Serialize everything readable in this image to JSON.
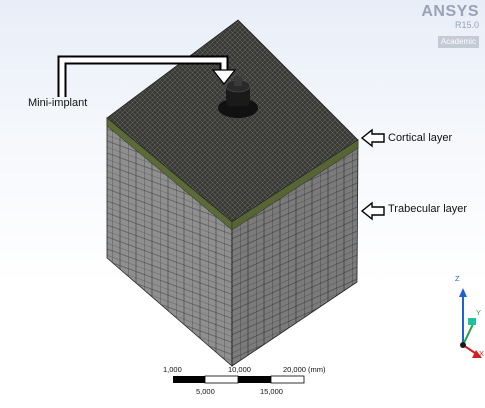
{
  "logo": {
    "brand": "ANSYS",
    "version": "R15.0",
    "edition": "Academic"
  },
  "labels": {
    "implant": "Mini-implant",
    "cortical": "Cortical layer",
    "trabecular": "Trabecular layer"
  },
  "scale_bar": {
    "top_ticks": [
      "1,000",
      "10,000",
      "20,000 (mm)"
    ],
    "bottom_ticks": [
      "5,000",
      "15,000"
    ]
  },
  "triad": {
    "z": "Z",
    "x": "X",
    "y": "Y"
  },
  "colors": {
    "top_face": "#3b3b38",
    "left_face": "#8f8f8f",
    "right_face": "#7a7a7a",
    "cortical_band": "#5c6a3a",
    "mesh_line": "#2a2a2a",
    "axis_z": "#2060d0",
    "axis_x": "#d02020",
    "axis_y": "#20a040"
  }
}
